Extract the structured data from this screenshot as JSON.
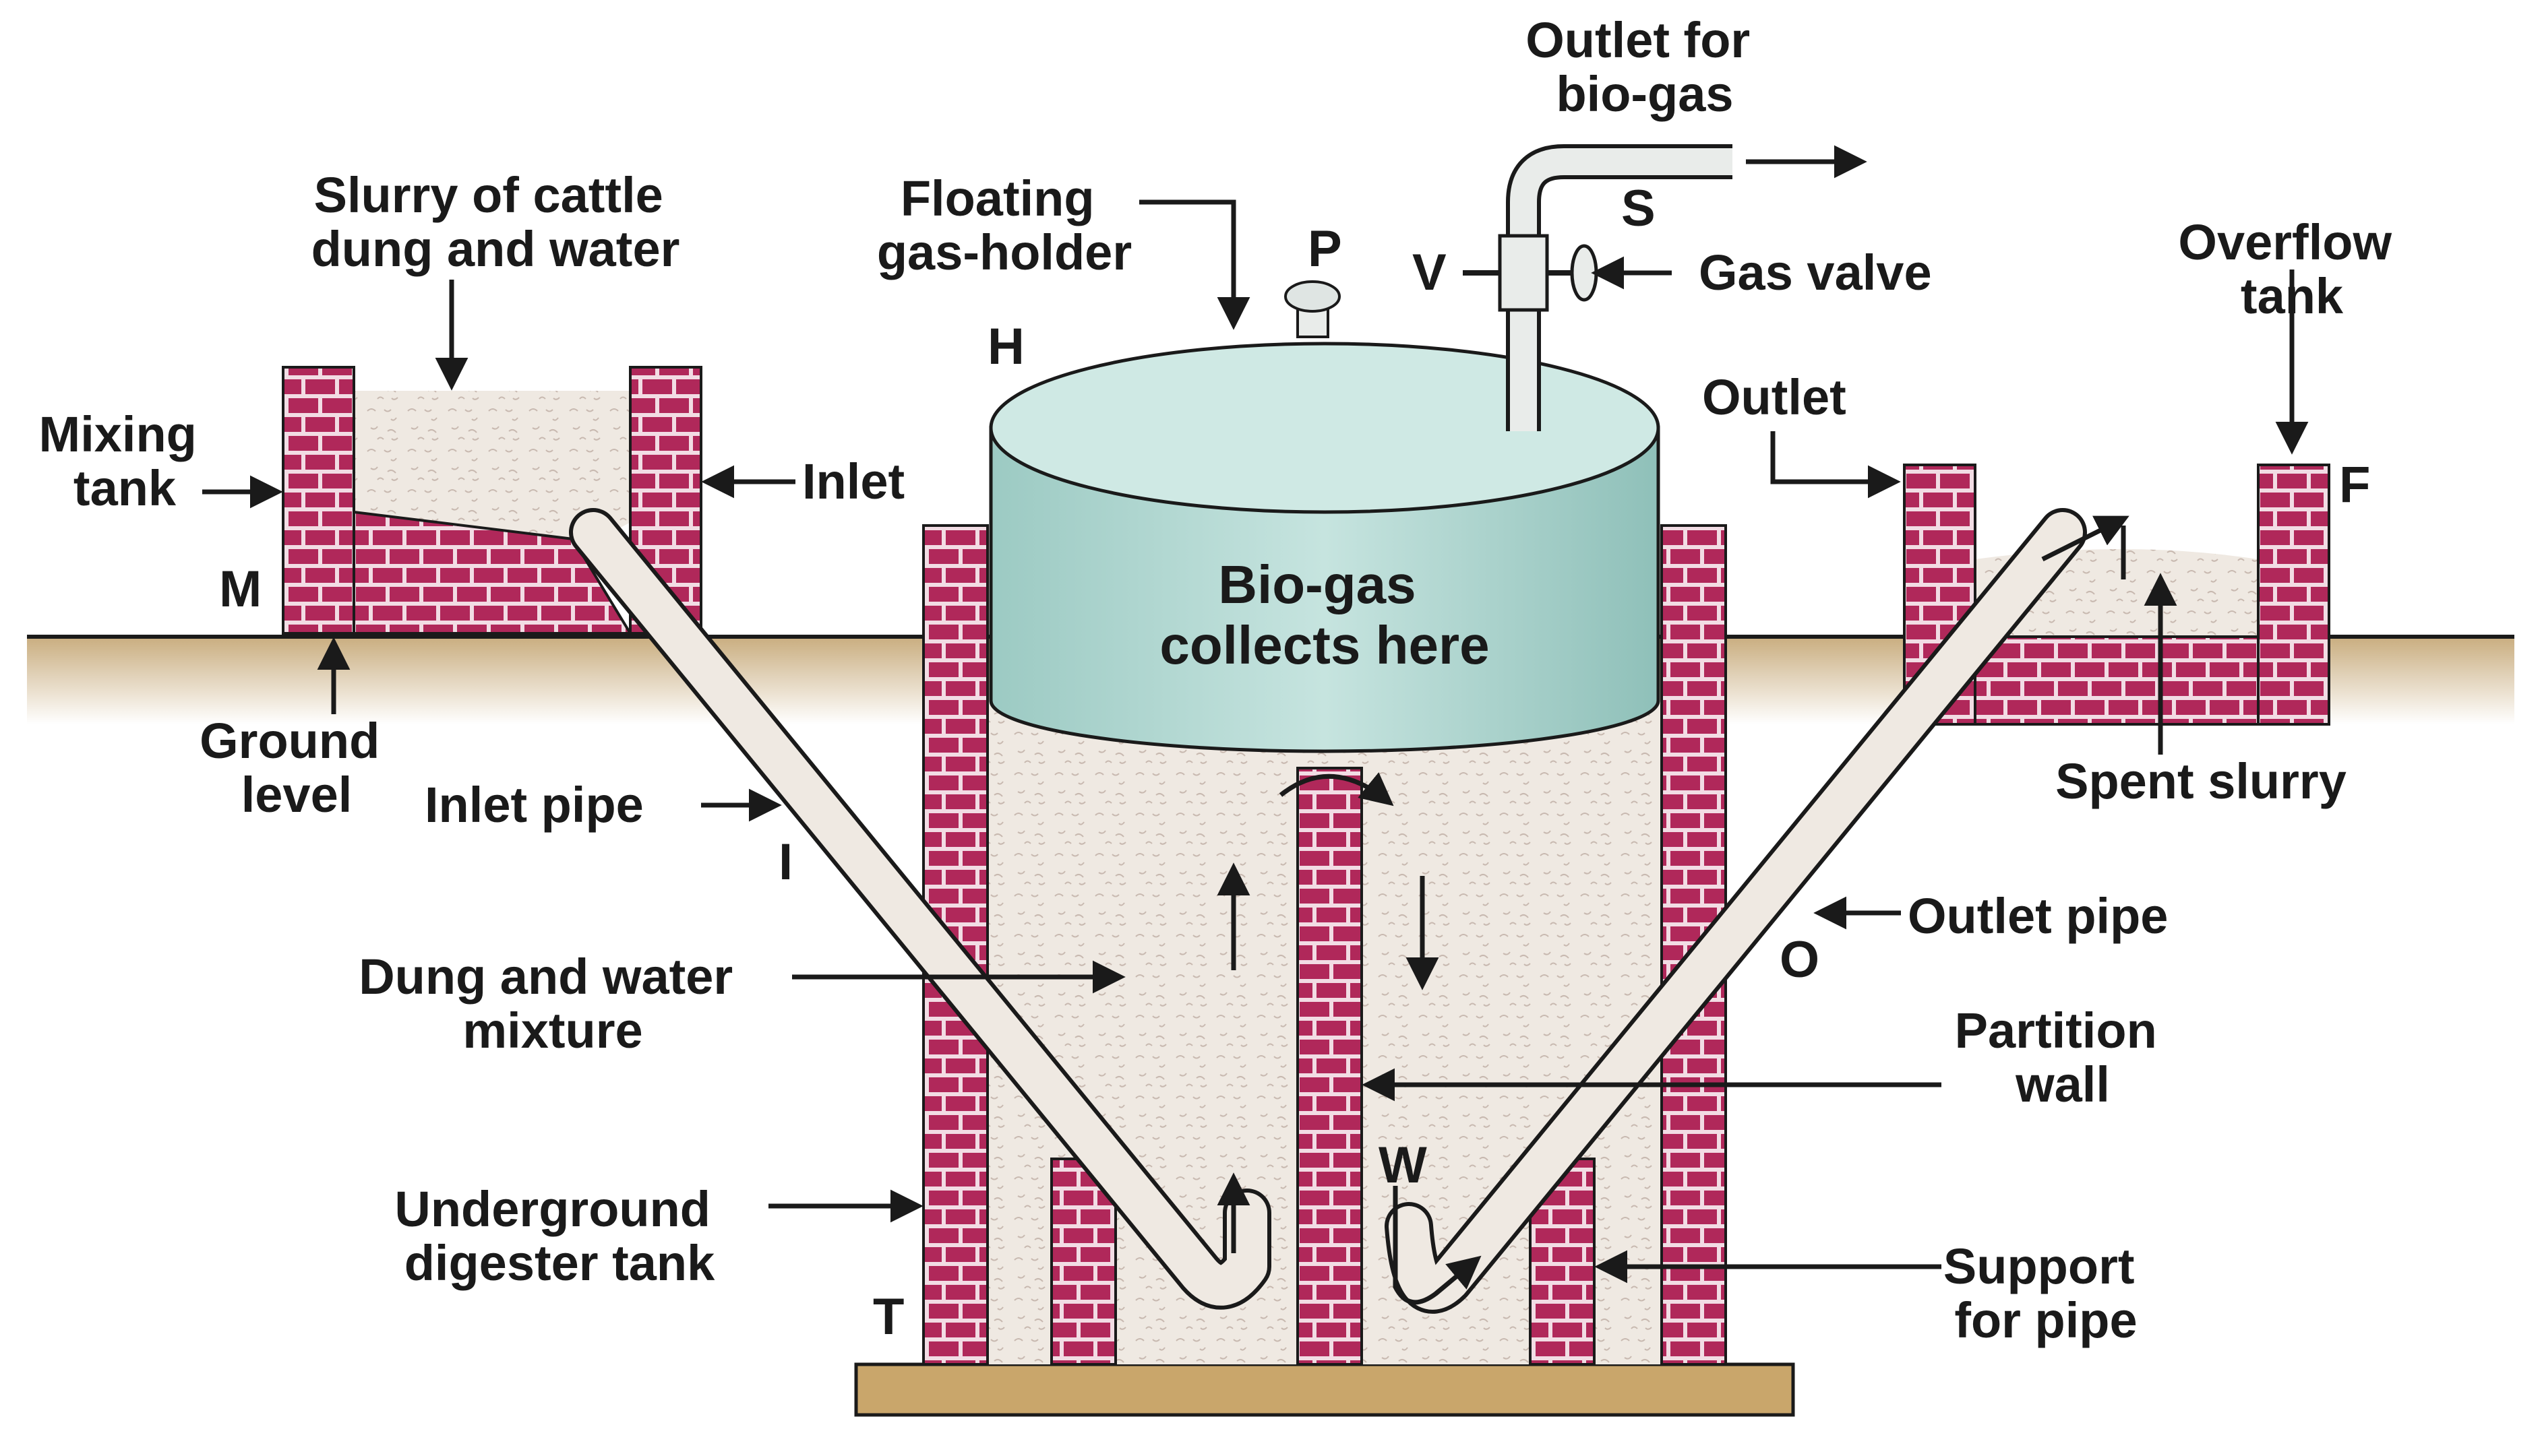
{
  "labels": {
    "outlet_biogas": [
      "Outlet for",
      "bio-gas"
    ],
    "slurry": [
      "Slurry of cattle",
      "dung and water"
    ],
    "floating_holder": [
      "Floating",
      "gas-holder"
    ],
    "gas_valve": "Gas valve",
    "overflow_tank": [
      "Overflow",
      "tank"
    ],
    "mixing_tank": [
      "Mixing",
      "tank"
    ],
    "inlet": "Inlet",
    "outlet": "Outlet",
    "ground_level": [
      "Ground",
      "level"
    ],
    "inlet_pipe": "Inlet pipe",
    "spent_slurry": "Spent slurry",
    "outlet_pipe": "Outlet pipe",
    "dung_water_mixture": [
      "Dung and water",
      "mixture"
    ],
    "partition_wall": [
      "Partition",
      "wall"
    ],
    "underground_digester": [
      "Underground",
      "digester tank"
    ],
    "support_for_pipe": [
      "Support",
      "for pipe"
    ],
    "biogas_collects": [
      "Bio-gas",
      "collects here"
    ]
  },
  "letters": {
    "p": "P",
    "s": "S",
    "v": "V",
    "h": "H",
    "f": "F",
    "m": "M",
    "i": "I",
    "o": "O",
    "w": "W",
    "t": "T"
  },
  "colors": {
    "brick": "#b0285a",
    "mortar": "#f2dce4",
    "slurry": "#efe9e2",
    "gas_holder": "#b9dcd6",
    "ground": "#c9ad7f",
    "base": "#c9a66b"
  }
}
